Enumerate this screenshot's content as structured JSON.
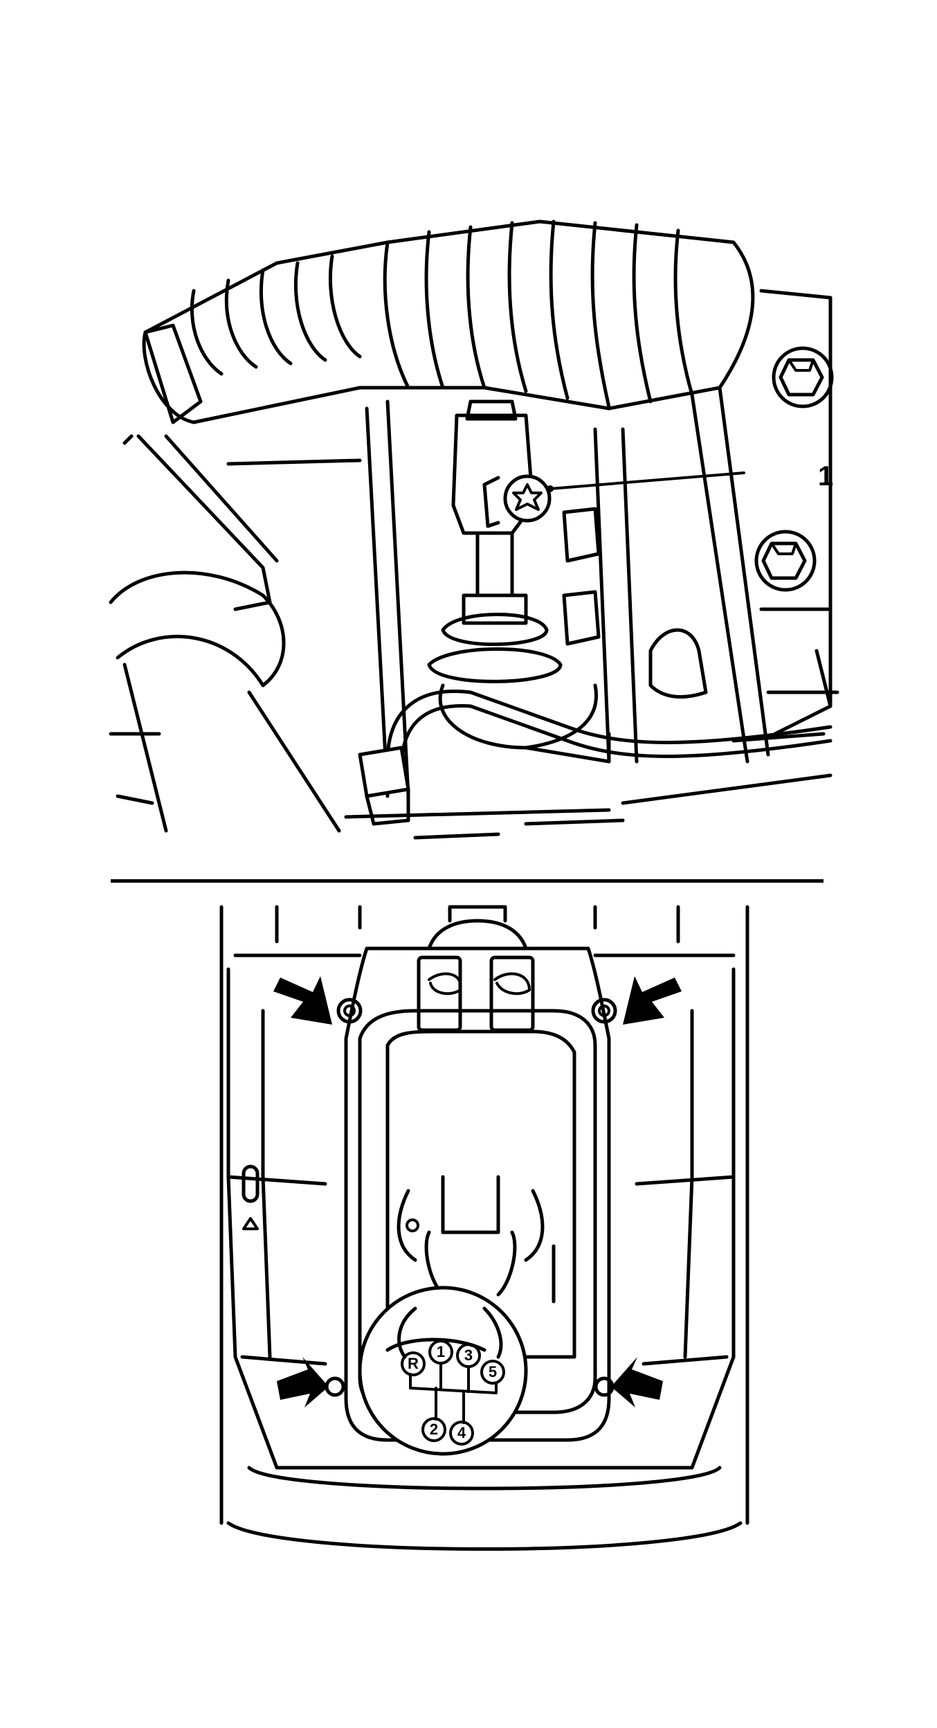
{
  "figure": {
    "type": "service-manual-illustration",
    "top_view": {
      "description": "Shift linkage under vehicle with boot and clamp bolt",
      "callouts": [
        {
          "number": "1",
          "target": "torx clamp bolt"
        }
      ]
    },
    "bottom_view": {
      "description": "Center console shifter bezel with retaining points indicated by arrows",
      "arrow_count": 4,
      "shift_pattern": {
        "top_row": [
          "R",
          "1",
          "3",
          "5"
        ],
        "bottom_row": [
          "2",
          "4"
        ]
      },
      "console_symbol": "triangle-icon"
    }
  },
  "colors": {
    "line": "#000000",
    "background": "#ffffff"
  }
}
